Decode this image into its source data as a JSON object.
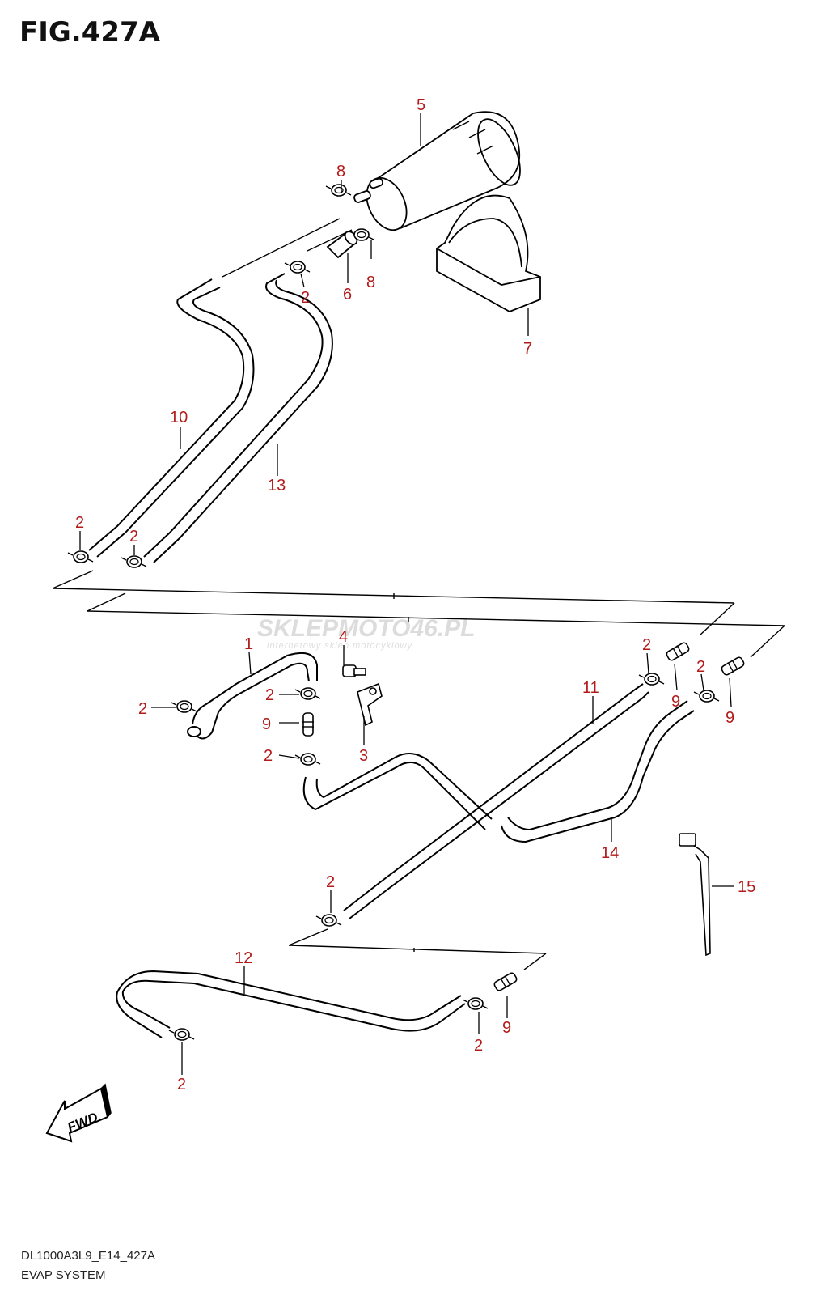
{
  "figure": {
    "title": "FIG.427A",
    "model_code": "DL1000A3L9_E14_427A",
    "section_name": "EVAP SYSTEM"
  },
  "watermark": {
    "brand": "SKLEPMOTO46.PL",
    "tagline": "internetowy sklep motocyklowy"
  },
  "fwd_label": "FWD",
  "colors": {
    "callout": "#b31b1b",
    "line": "#000000"
  },
  "callouts": [
    {
      "id": "c5",
      "label": "5"
    },
    {
      "id": "c8a",
      "label": "8"
    },
    {
      "id": "c8b",
      "label": "8"
    },
    {
      "id": "c6",
      "label": "6"
    },
    {
      "id": "c2a",
      "label": "2"
    },
    {
      "id": "c7",
      "label": "7"
    },
    {
      "id": "c10",
      "label": "10"
    },
    {
      "id": "c13",
      "label": "13"
    },
    {
      "id": "c2b",
      "label": "2"
    },
    {
      "id": "c2c",
      "label": "2"
    },
    {
      "id": "c1",
      "label": "1"
    },
    {
      "id": "c4",
      "label": "4"
    },
    {
      "id": "c2d",
      "label": "2"
    },
    {
      "id": "c2e",
      "label": "2"
    },
    {
      "id": "c9a",
      "label": "9"
    },
    {
      "id": "c2f",
      "label": "2"
    },
    {
      "id": "c3",
      "label": "3"
    },
    {
      "id": "c11",
      "label": "11"
    },
    {
      "id": "c2g",
      "label": "2"
    },
    {
      "id": "c9b",
      "label": "9"
    },
    {
      "id": "c2h",
      "label": "2"
    },
    {
      "id": "c9c",
      "label": "9"
    },
    {
      "id": "c14",
      "label": "14"
    },
    {
      "id": "c15",
      "label": "15"
    },
    {
      "id": "c2i",
      "label": "2"
    },
    {
      "id": "c12",
      "label": "12"
    },
    {
      "id": "c9d",
      "label": "9"
    },
    {
      "id": "c2j",
      "label": "2"
    },
    {
      "id": "c2k",
      "label": "2"
    }
  ]
}
